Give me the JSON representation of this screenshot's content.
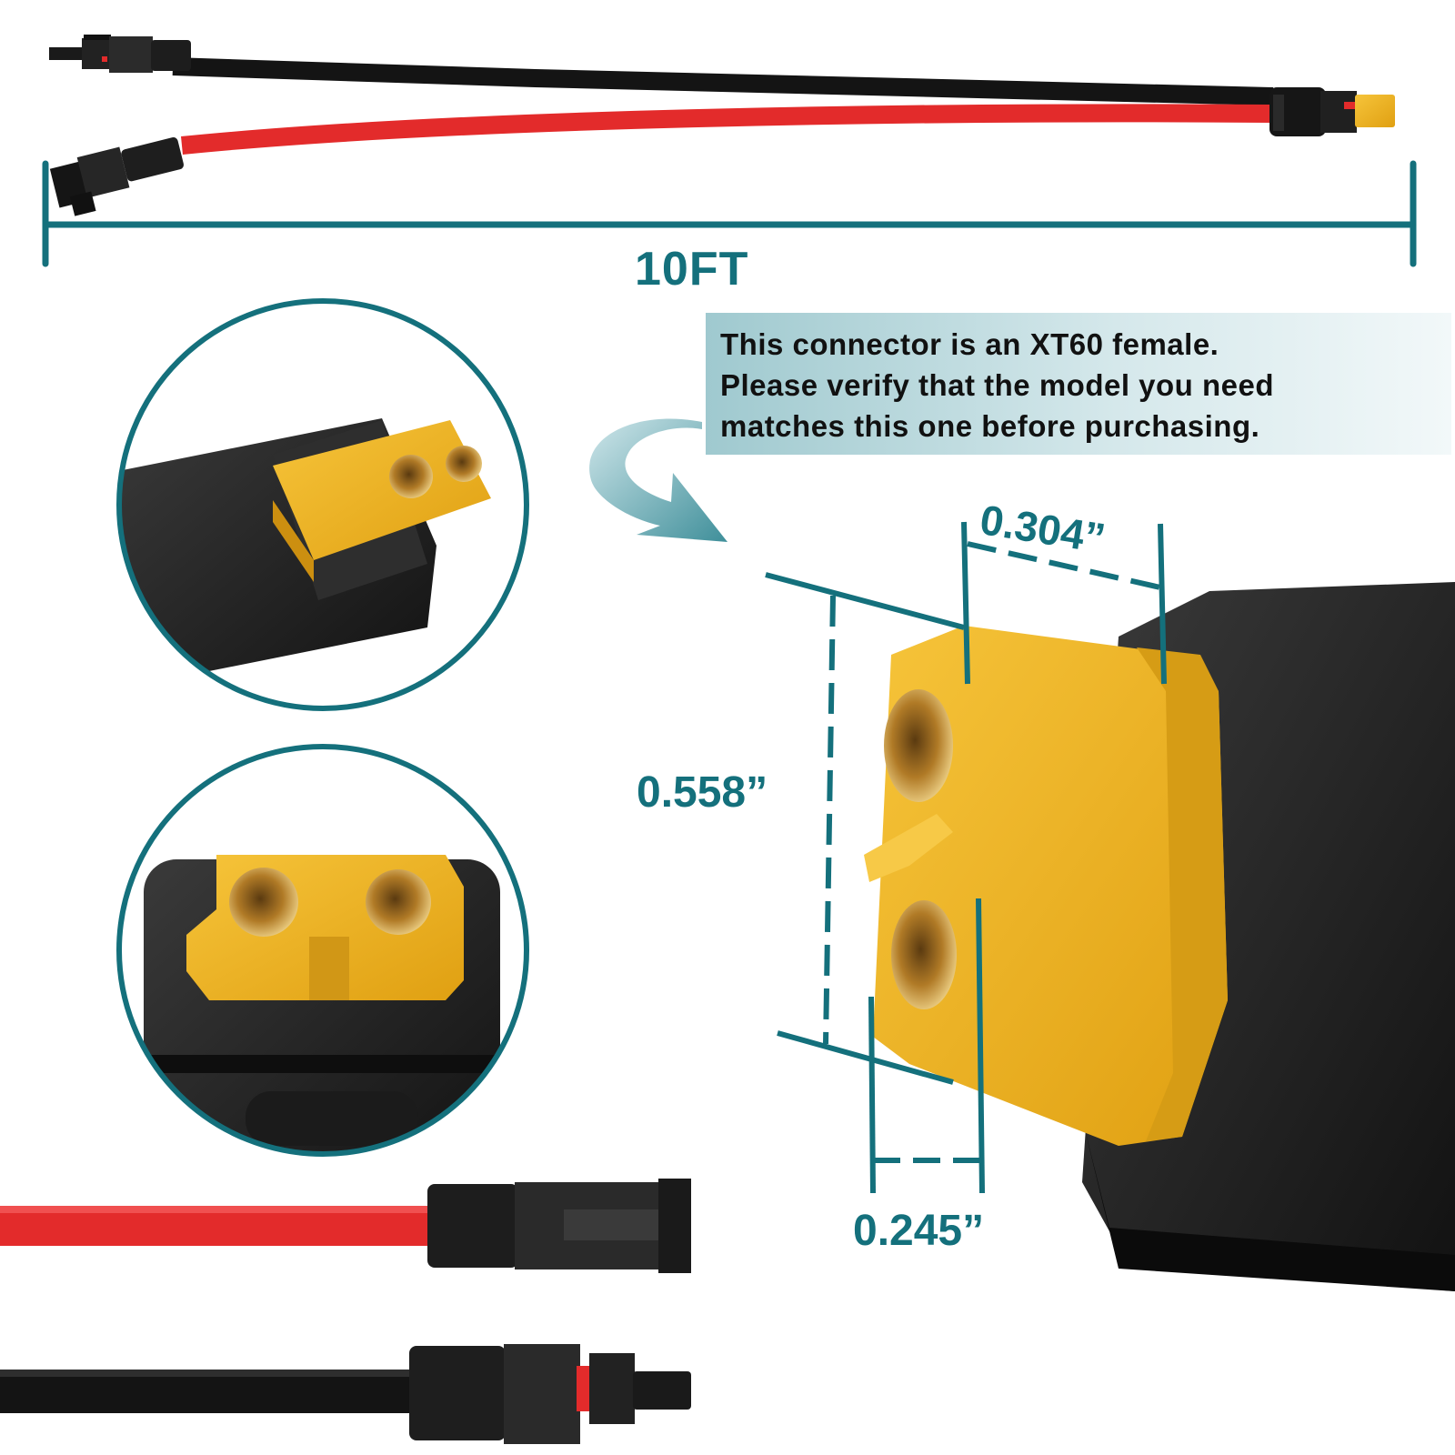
{
  "dimensions": {
    "cable_length": "10FT",
    "connector_height": "0.558”",
    "connector_width": "0.304”",
    "pin_spacing": "0.245”"
  },
  "note": {
    "lines": [
      "This connector is an XT60 female.",
      "Please verify that the model you need",
      "matches this one before purchasing."
    ]
  },
  "colors": {
    "accent": "#14707c",
    "cable_red": "#e32b2b",
    "cable_black": "#141414",
    "connector_yellow": "#f2b51c"
  }
}
